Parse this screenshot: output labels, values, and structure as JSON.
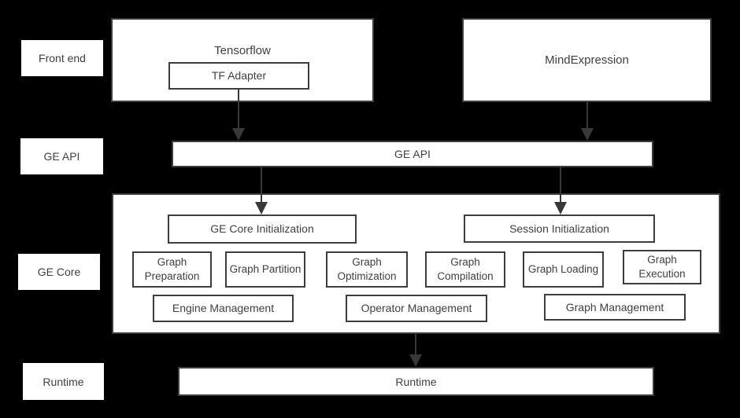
{
  "diagram": {
    "colors": {
      "background": "#000000",
      "box_fill": "#ffffff",
      "border": "#3d3d3d",
      "text": "#3f4045",
      "arrow": "#383838"
    },
    "side_labels": [
      {
        "id": "front-end",
        "label": "Front end"
      },
      {
        "id": "ge-api",
        "label": "GE API"
      },
      {
        "id": "ge-core",
        "label": "GE Core"
      },
      {
        "id": "runtime",
        "label": "Runtime"
      }
    ],
    "frontend": {
      "tensorflow_label": "Tensorflow",
      "tf_adapter_label": "TF Adapter",
      "mindexpression_label": "MindExpression"
    },
    "ge_api_label": "GE API",
    "ge_core": {
      "ge_core_init_label": "GE Core Initialization",
      "session_init_label": "Session Initialization",
      "stages": [
        "Graph Preparation",
        "Graph Partition",
        "Graph Optimization",
        "Graph Compilation",
        "Graph Loading",
        "Graph Execution"
      ],
      "managers": [
        "Engine Management",
        "Operator Management",
        "Graph Management"
      ]
    },
    "runtime_label": "Runtime"
  }
}
